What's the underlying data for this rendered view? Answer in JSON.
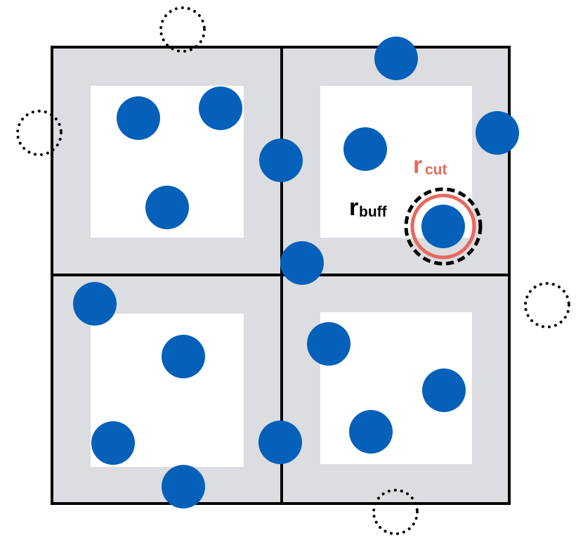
{
  "colors": {
    "background": "#ffffff",
    "buffer_region": "#dcdde0",
    "interior_region": "#ffffff",
    "cell_border": "#000000",
    "particle": "#0560b9",
    "cutoff_radius": "#e8685e",
    "buffer_radius": "#000000",
    "ghost_outline": "#000000"
  },
  "labels": {
    "cutoff": {
      "main": "r",
      "sub": "cut"
    },
    "buffer": {
      "main": "r",
      "sub": "buff"
    }
  },
  "legend": {
    "grid": "2x2 cells"
  }
}
